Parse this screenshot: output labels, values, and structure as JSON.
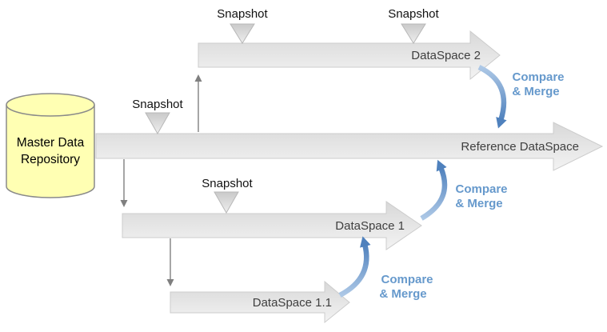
{
  "diagram": {
    "repository": {
      "line1": "Master Data",
      "line2": "Repository"
    },
    "timelines": [
      {
        "label": "DataSpace 2"
      },
      {
        "label": "Reference DataSpace"
      },
      {
        "label": "DataSpace 1"
      },
      {
        "label": "DataSpace 1.1"
      }
    ],
    "snapshots": [
      {
        "label": "Snapshot"
      },
      {
        "label": "Snapshot"
      },
      {
        "label": "Snapshot"
      },
      {
        "label": "Snapshot"
      }
    ],
    "compare_merge": [
      {
        "line1": "Compare",
        "line2": "& Merge"
      },
      {
        "line1": "Compare",
        "line2": "& Merge"
      },
      {
        "line1": "Compare",
        "line2": "& Merge"
      }
    ],
    "colors": {
      "accent_blue_text": "#6699cc",
      "arrow_blue_dark": "#4f81bd",
      "arrow_blue_light": "#adc8e6",
      "bar_gray_top": "#d8d8d8",
      "bar_gray_bottom": "#f3f3f3",
      "connector_gray": "#7f7f7f",
      "repository_yellow": "#ffffb3",
      "timeline_text": "#3f3f3f"
    }
  }
}
